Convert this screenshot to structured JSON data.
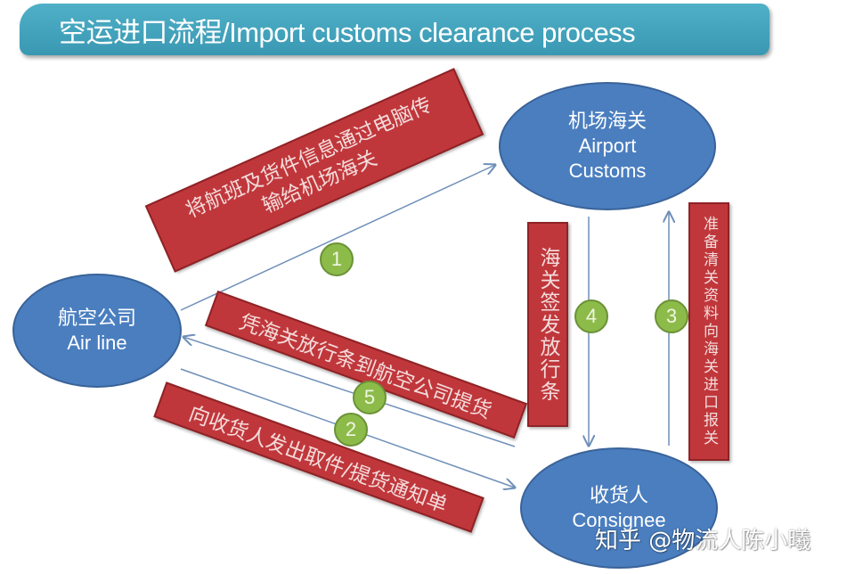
{
  "title": "空运进口流程/Import customs clearance process",
  "nodes": {
    "airline": {
      "zh": "航空公司",
      "en": "Air line"
    },
    "airport_customs": {
      "zh": "机场海关",
      "en1": "Airport",
      "en2": "Customs"
    },
    "consignee": {
      "zh": "收货人",
      "en": "Consignee"
    }
  },
  "steps": {
    "s1": {
      "number": "1",
      "line1": "将航班及货件信息通过电脑传",
      "line2": "输给机场海关"
    },
    "s2": {
      "number": "2",
      "text": "向收货人发出取件/提货通知单"
    },
    "s3": {
      "number": "3",
      "text": "准备清关资料向海关进口报关"
    },
    "s4": {
      "number": "4",
      "text": "海关签发放行条"
    },
    "s5": {
      "number": "5",
      "text": "凭海关放行条到航空公司提货"
    }
  },
  "colors": {
    "node_fill": "#4a7ebf",
    "label_fill": "#c0373b",
    "badge_fill": "#8dbb4a",
    "arrow": "#6f8fb8",
    "banner": "#45a6bf"
  },
  "watermark": "知乎 @物流人陈小曦"
}
